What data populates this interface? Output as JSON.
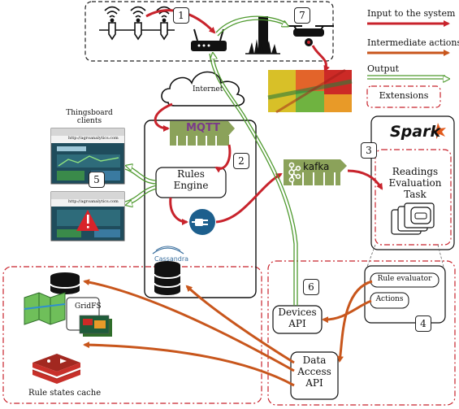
{
  "numbers": [
    "1",
    "2",
    "3",
    "4",
    "5",
    "6",
    "7"
  ],
  "legend": {
    "input": "Input to the system",
    "intermediate": "Intermediate actions",
    "output": "Output",
    "extensions": "Extensions"
  },
  "labels": {
    "internet": "Internet",
    "thingsboard": [
      "Thingsboard",
      "clients"
    ],
    "url": "http://agroanalytics.com",
    "mqtt": "MQTT",
    "rules_engine": [
      "Rules",
      "Engine"
    ],
    "kafka": "kafka",
    "spark": "Spark",
    "readings_task": [
      "Readings",
      "Evaluation",
      "Task"
    ],
    "cassandra": "Cassandra",
    "rule_evaluator": "Rule evaluator",
    "actions": "Actions",
    "devices_api": [
      "Devices",
      "API"
    ],
    "data_access_api": [
      "Data",
      "Access",
      "API"
    ],
    "gridfs": "GridFS",
    "rule_states_cache": "Rule states cache"
  },
  "colors": {
    "input": "#c8232c",
    "intermediate": "#c8561c",
    "output": "#4f9a2f",
    "extensions": "#c8232c",
    "mqtt": "#8ba25a",
    "kafka": "#8ba25a"
  }
}
